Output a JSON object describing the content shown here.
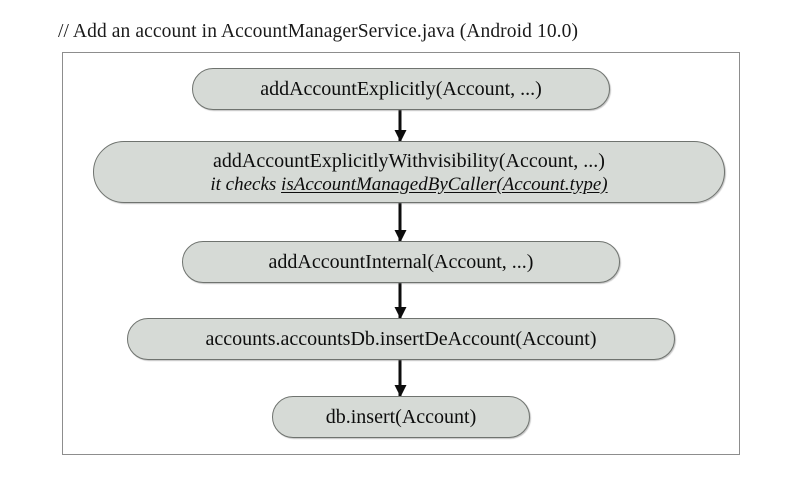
{
  "caption": {
    "text": "// Add an account in AccountManagerService.java (Android 10.0)"
  },
  "diagram": {
    "type": "flowchart",
    "direction": "top-to-bottom",
    "colors": {
      "node_fill": "#d6dad6",
      "node_border": "#6f736f",
      "frame_border": "#8d8d8d",
      "arrow": "#0d0d0d",
      "text": "#0d0d0d",
      "background": "#ffffff"
    },
    "nodes": [
      {
        "id": "add-account-explicitly",
        "line1": "addAccountExplicitly(Account, ...)",
        "line2": "",
        "line2_emphasis": ""
      },
      {
        "id": "add-account-explicitly-with-visibility",
        "line1": "addAccountExplicitlyWithvisibility(Account, ...)",
        "line2": "it checks ",
        "line2_emphasis": "isAccountManagedByCaller(Account.type)"
      },
      {
        "id": "add-account-internal",
        "line1": "addAccountInternal(Account, ...)",
        "line2": "",
        "line2_emphasis": ""
      },
      {
        "id": "insert-de-account",
        "line1": "accounts.accountsDb.insertDeAccount(Account)",
        "line2": "",
        "line2_emphasis": ""
      },
      {
        "id": "db-insert",
        "line1": "db.insert(Account)",
        "line2": "",
        "line2_emphasis": ""
      }
    ],
    "edges": [
      {
        "id": "edge-1",
        "from": "add-account-explicitly",
        "to": "add-account-explicitly-with-visibility",
        "label": ""
      },
      {
        "id": "edge-2",
        "from": "add-account-explicitly-with-visibility",
        "to": "add-account-internal",
        "label": ""
      },
      {
        "id": "edge-3",
        "from": "add-account-internal",
        "to": "insert-de-account",
        "label": ""
      },
      {
        "id": "edge-4",
        "from": "insert-de-account",
        "to": "db-insert",
        "label": ""
      }
    ]
  }
}
